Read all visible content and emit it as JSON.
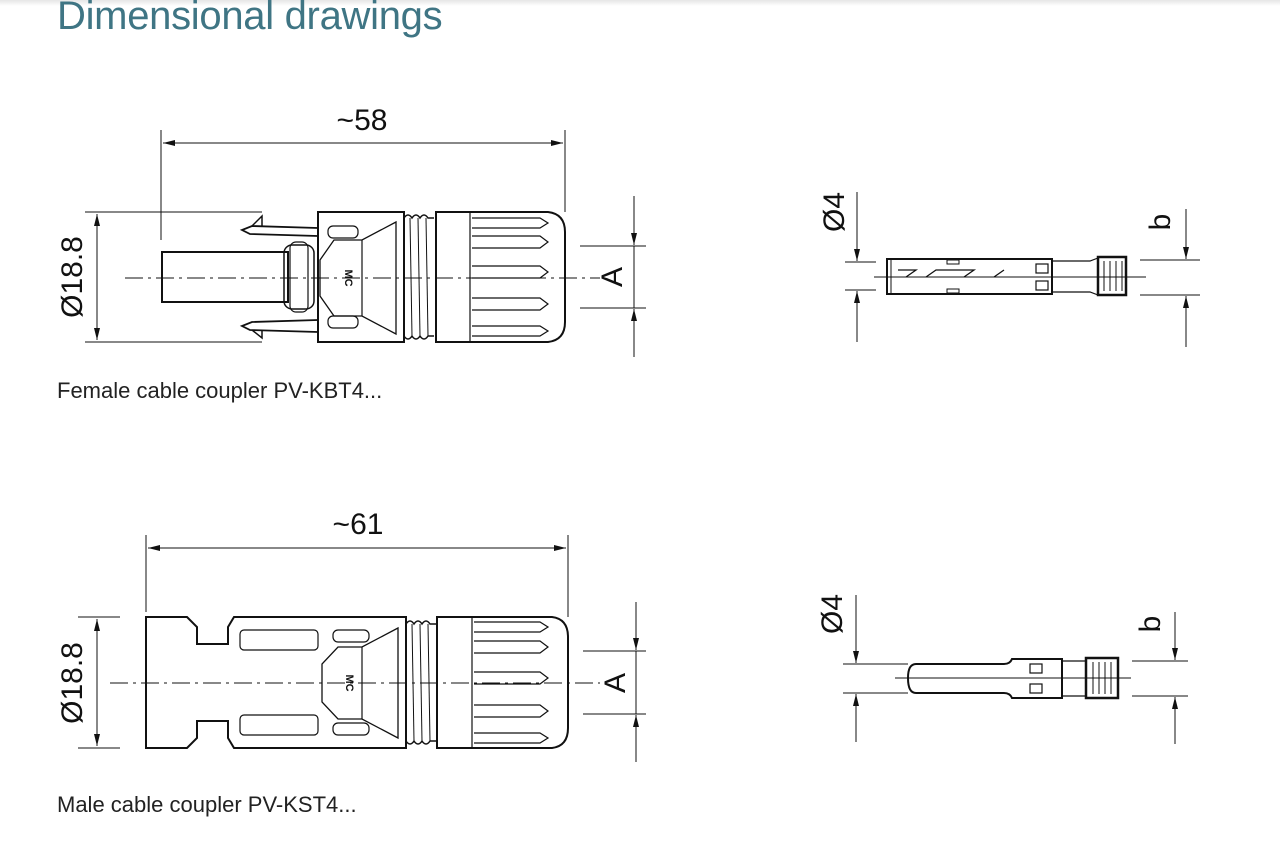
{
  "page": {
    "title": "Dimensional drawings",
    "accent_color": "#3f7584"
  },
  "drawings": [
    {
      "id": "female",
      "caption": "Female cable coupler PV-KBT4...",
      "length_label": "~58",
      "diameter_label": "Ø18.8",
      "a_label": "A",
      "logo_text": "MC",
      "contact": {
        "diameter_label": "Ø4",
        "b_label": "b"
      }
    },
    {
      "id": "male",
      "caption": "Male cable coupler PV-KST4...",
      "length_label": "~61",
      "diameter_label": "Ø18.8",
      "a_label": "A",
      "logo_text": "MC",
      "contact": {
        "diameter_label": "Ø4",
        "b_label": "b"
      }
    }
  ]
}
